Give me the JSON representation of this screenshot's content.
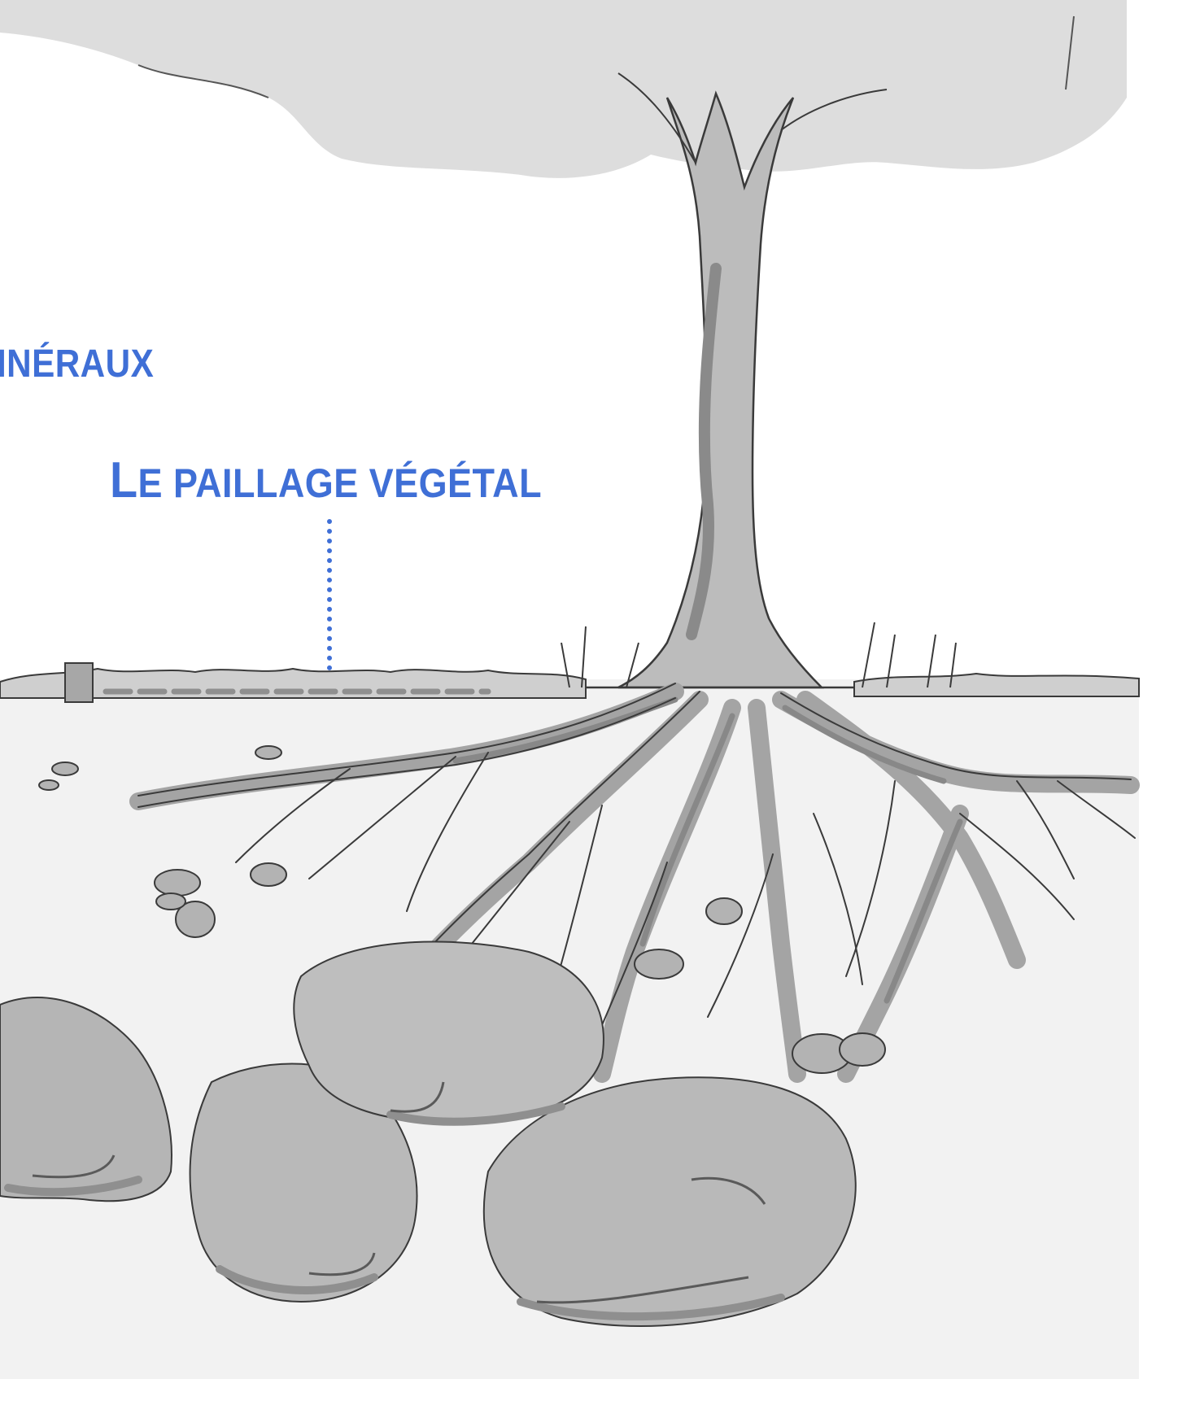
{
  "labels": {
    "mineraux": "INÉRAUX",
    "paillage_initial": "L",
    "paillage_rest": "E PAILLAGE VÉGÉTAL"
  },
  "colors": {
    "label_blue": "#3f6fd6",
    "canopy": "#dcdcdc",
    "trunk": "#b9b9b9",
    "root": "#a4a4a4",
    "root_dark": "#8a8a8a",
    "soil": "#f0f0f0",
    "rock": "#b3b3b3",
    "rock_dark": "#8f8f8f",
    "outline": "#3a3a3a"
  },
  "icons": [
    "tree-illustration",
    "rock-shape",
    "mulch-layer",
    "dotted-leader-line"
  ]
}
